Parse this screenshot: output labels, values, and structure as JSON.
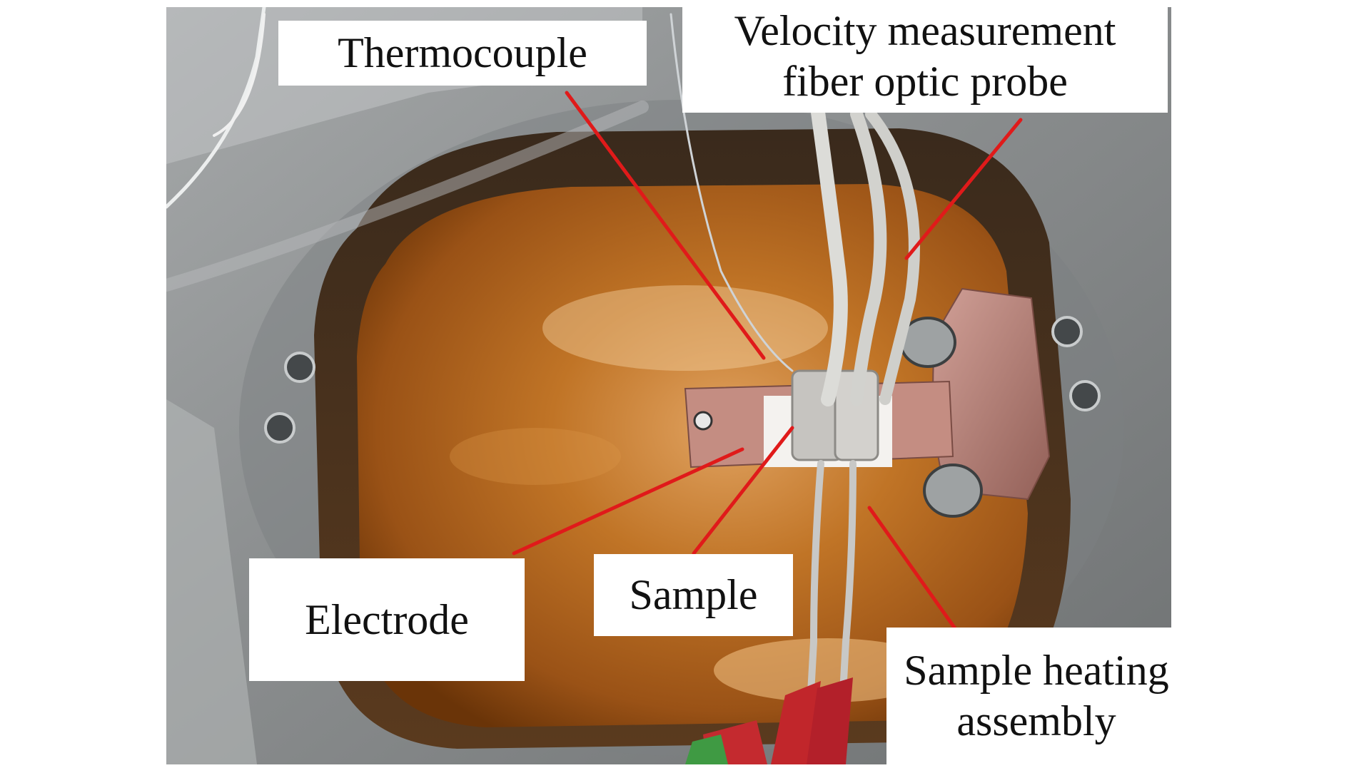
{
  "figure": {
    "labels": {
      "thermocouple": "Thermocouple",
      "velocity_line1": "Velocity measurement",
      "velocity_line2": "fiber optic probe",
      "electrode": "Electrode",
      "sample": "Sample",
      "heating_line1": "Sample heating",
      "heating_line2": "assembly"
    },
    "colors": {
      "leader_lines": "#e01a1a",
      "chamber_metal": "#8e9192",
      "oil": "#b5661f",
      "copper_fixture": "#b07a70",
      "label_background": "#ffffff"
    }
  }
}
